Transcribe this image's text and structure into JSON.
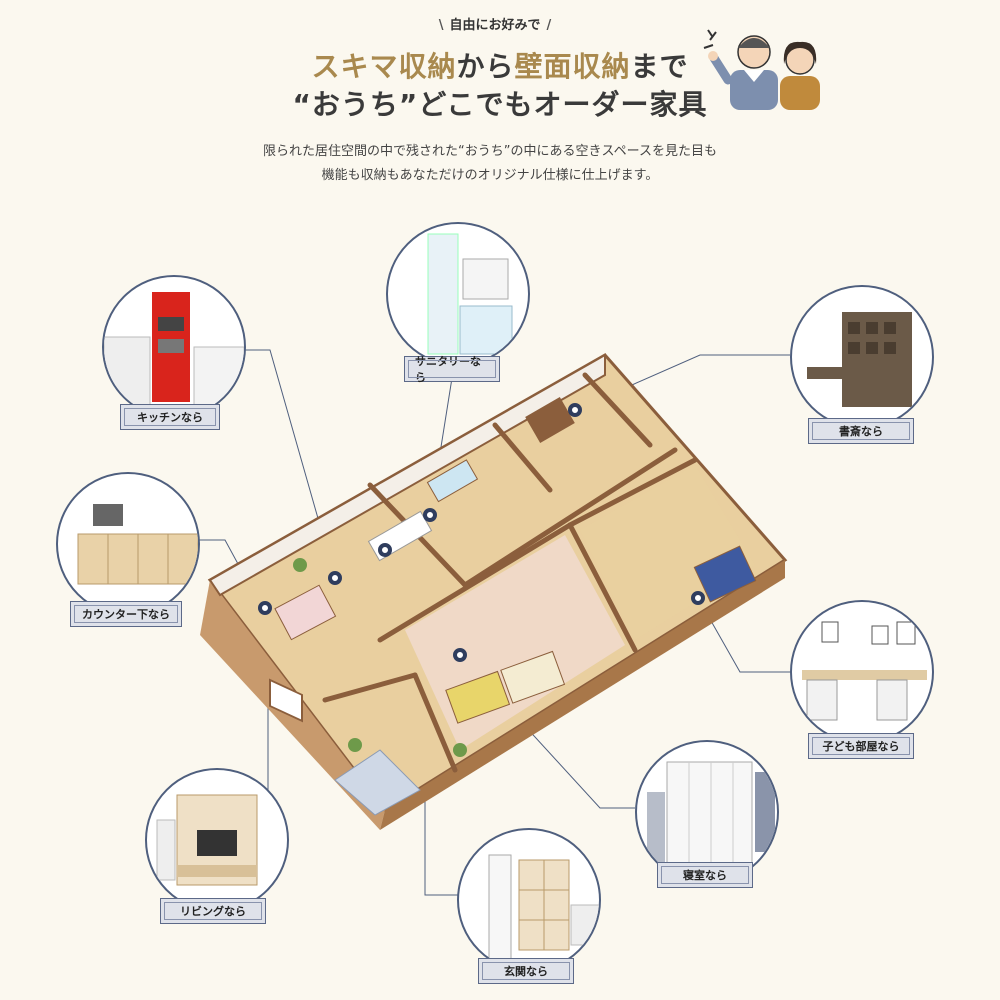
{
  "header": {
    "tagline": "自由にお好みで",
    "title_line1_part1": "スキマ収納",
    "title_line1_part2": "から",
    "title_line1_part3": "壁面収納",
    "title_line1_part4": "まで",
    "title_line2": "“おうち”どこでもオーダー家具"
  },
  "description": {
    "line1": "限られた居住空間の中で残された“おうち”の中にある空きスペースを見た目も",
    "line2": "機能も収納もあなただけのオリジナル仕様に仕上げます。"
  },
  "areas": {
    "kitchen": "キッチンなら",
    "sanitary": "サニタリーなら",
    "study": "書斎なら",
    "counter": "カウンター下なら",
    "kids": "子ども部屋なら",
    "bedroom": "寝室なら",
    "living": "リビングなら",
    "entrance": "玄関なら"
  },
  "colors": {
    "accent": "#a9894e",
    "line": "#4f5f7e",
    "label_bg": "#dfe2ea",
    "wall": "#9a6d4a",
    "floor": "#e7c99a"
  }
}
